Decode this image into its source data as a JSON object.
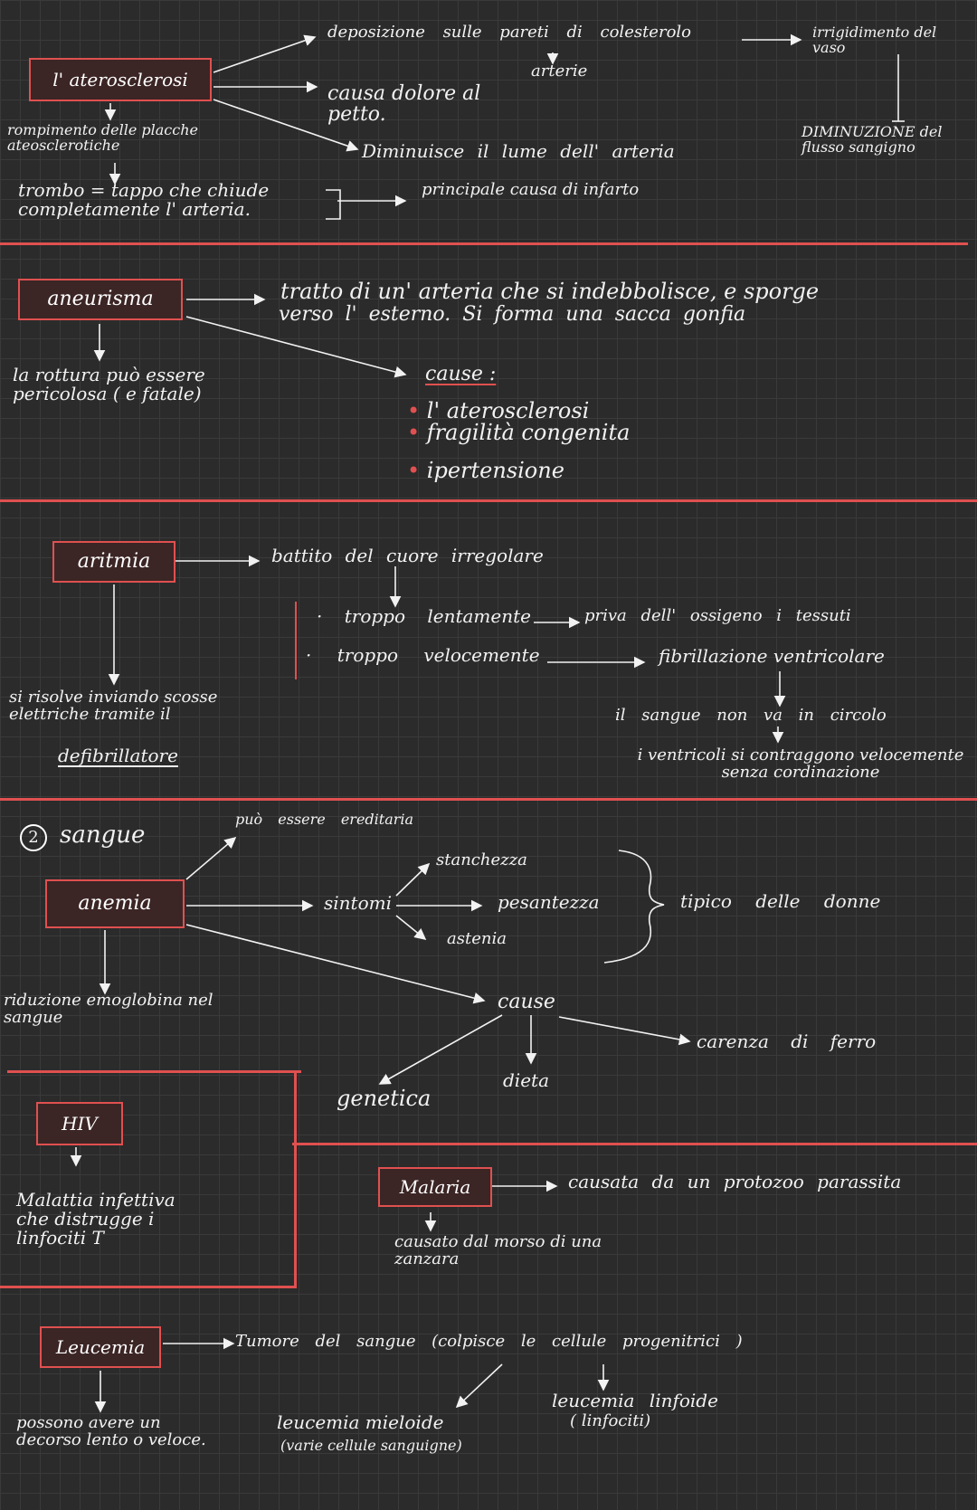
{
  "ateroscl": {
    "title": "l' aterosclerosi",
    "deposizione": "deposizione sulle pareti di colesterolo",
    "arterie": "arterie",
    "irrigidimento": "irrigidimento del vaso",
    "diminuzione_flusso": "DIMINUZIONE del flusso sangigno",
    "dolore": "causa dolore al petto.",
    "lume": "Diminuisce il lume dell' arteria",
    "rompimento": "rompimento delle placche ateosclerotiche",
    "trombo": "trombo = tappo che chiude completamente l' arteria.",
    "infarto": "principale causa di infarto"
  },
  "aneurisma": {
    "title": "aneurisma",
    "desc_1": "tratto di un' arteria che si indebbolisce, e sporge",
    "desc_2": "verso l' esterno. Si forma una sacca gonfia",
    "rottura": "la rottura può essere pericolosa ( e fatale)",
    "cause_label": "cause :",
    "cause": [
      "l' aterosclerosi",
      "fragilità congenita",
      "ipertensione"
    ]
  },
  "aritmia": {
    "title": "aritmia",
    "battito": "battito del cuore irregolare",
    "troppo_lento": "troppo lentamente",
    "priva": "priva dell' ossigeno i tessuti",
    "troppo_veloce": "troppo velocemente",
    "fibrillazione": "fibrillazione ventricolare",
    "circolo": "il sangue non va in circolo",
    "ventricoli": "i ventricoli si contraggono velocemente senza cordinazione",
    "risolve": "si risolve inviando scosse elettriche tramite il",
    "defibrillatore": "defibrillatore"
  },
  "sangue": {
    "number": "2",
    "title": "sangue",
    "ereditaria": "può essere ereditaria",
    "anemia": "anemia",
    "sintomi": "sintomi",
    "stanchezza": "stanchezza",
    "pesantezza": "pesantezza",
    "astenia": "astenia",
    "donne": "tipico delle donne",
    "riduzione": "riduzione emoglobina nel sangue",
    "cause": "cause",
    "genetica": "genetica",
    "dieta": "dieta",
    "ferro": "carenza di ferro"
  },
  "hiv": {
    "title": "HIV",
    "desc": "Malattia infettiva che distrugge i linfociti T"
  },
  "malaria": {
    "title": "Malaria",
    "causata": "causata da un protozoo parassita",
    "morso": "causato dal morso di una zanzara"
  },
  "leucemia": {
    "title": "Leucemia",
    "tumore": "Tumore del sangue (colpisce le cellule progenitrici )",
    "decorso": "possono avere un decorso lento o veloce.",
    "mieloide": "leucemia mieloide",
    "mieloide_sub": "(varie cellule sanguigne)",
    "linfoide": "leucemia linfoide",
    "linfoide_sub": "( linfociti)"
  },
  "colors": {
    "accent": "#e05050",
    "background": "#2b2b2b",
    "grid": "#3a3a3a",
    "ink": "#f2f2f2"
  }
}
